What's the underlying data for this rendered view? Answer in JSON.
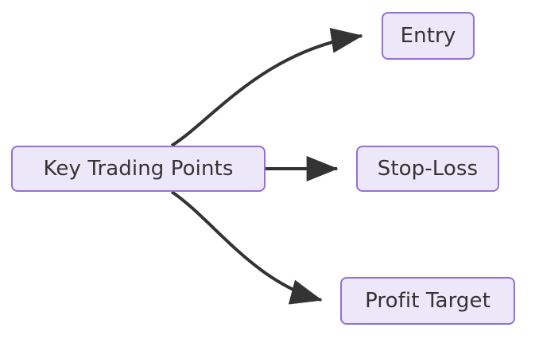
{
  "diagram": {
    "type": "flowchart",
    "direction": "left-to-right",
    "title": "Key Trading Points",
    "background_color": "#ffffff",
    "node_style": {
      "fill": "#ece8fa",
      "stroke": "#9370db",
      "text_color": "#333333"
    },
    "edge_style": {
      "stroke": "#333333",
      "arrowhead": "solid-triangle"
    },
    "nodes": [
      {
        "id": "root",
        "label": "Key Trading Points",
        "role": "source"
      },
      {
        "id": "entry",
        "label": "Entry",
        "role": "target"
      },
      {
        "id": "stoploss",
        "label": "Stop-Loss",
        "role": "target"
      },
      {
        "id": "profit",
        "label": "Profit Target",
        "role": "target"
      }
    ],
    "edges": [
      {
        "from": "Key Trading Points",
        "to": "Entry",
        "shape": "curve",
        "label": ""
      },
      {
        "from": "Key Trading Points",
        "to": "Stop-Loss",
        "shape": "straight",
        "label": ""
      },
      {
        "from": "Key Trading Points",
        "to": "Profit Target",
        "shape": "curve",
        "label": ""
      }
    ]
  }
}
